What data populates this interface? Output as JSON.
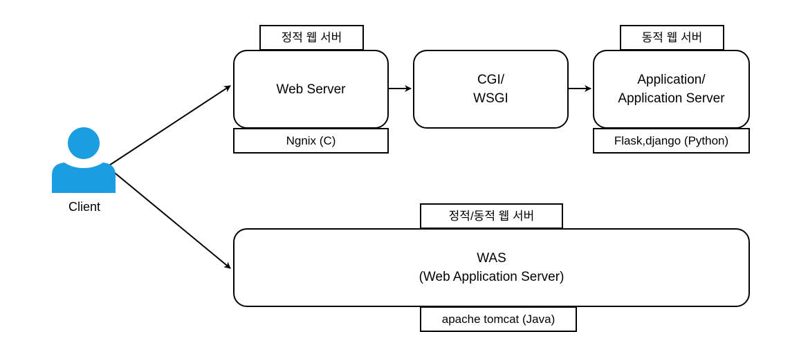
{
  "client": {
    "label": "Client",
    "icon": "user-icon",
    "icon_color": "#1b9de2"
  },
  "web_server": {
    "tag_top": "정적 웹 서버",
    "label": "Web Server",
    "tag_bottom": "Ngnix (C)"
  },
  "cgi": {
    "label": "CGI/\nWSGI"
  },
  "application_server": {
    "tag_top": "동적 웹 서버",
    "label": "Application/\nApplication Server",
    "tag_bottom": "Flask,django (Python)"
  },
  "was": {
    "tag_top": "정적/동적 웹 서버",
    "label": "WAS\n(Web Application Server)",
    "tag_bottom": "apache tomcat (Java)"
  },
  "colors": {
    "stroke": "#000000",
    "fill": "#ffffff"
  }
}
